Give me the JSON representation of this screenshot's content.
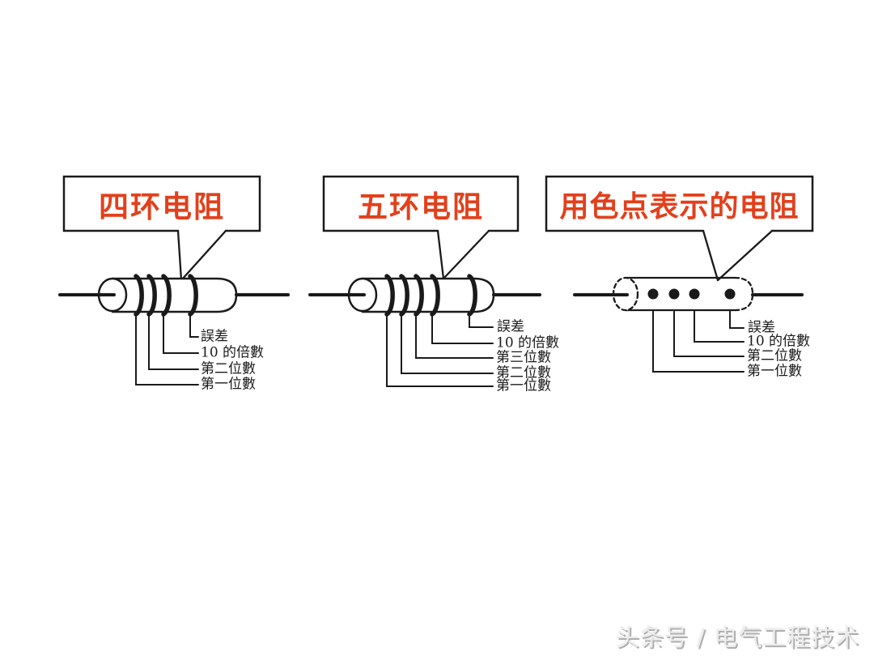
{
  "slide": {
    "background_color": "#ffffff"
  },
  "colors": {
    "title_red": "#e2401c",
    "line_black": "#1a1a1a",
    "watermark_gray": "#aeaeae"
  },
  "diagrams": [
    {
      "id": "four-band-resistor",
      "title": "四环电阻",
      "band_count": 4,
      "labels": [
        "誤差",
        "10 的倍數",
        "第二位數",
        "第一位數"
      ]
    },
    {
      "id": "five-band-resistor",
      "title": "五环电阻",
      "band_count": 5,
      "labels": [
        "誤差",
        "10 的倍數",
        "第三位數",
        "第二位數",
        "第一位數"
      ]
    },
    {
      "id": "dot-coded-resistor",
      "title": "用色点表示的电阻",
      "dot_count": 4,
      "labels": [
        "誤差",
        "10 的倍數",
        "第二位數",
        "第一位數"
      ]
    }
  ],
  "watermark": {
    "text": "头条号 / 电气工程技术"
  }
}
